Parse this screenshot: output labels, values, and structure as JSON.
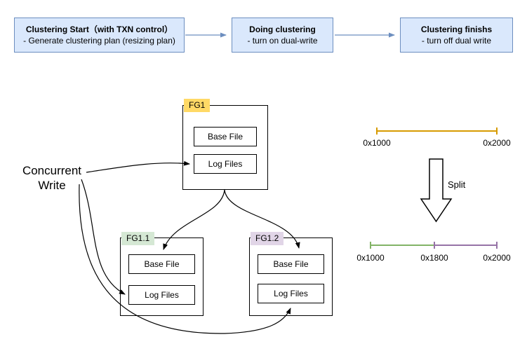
{
  "colors": {
    "flow_fill": "#dae8fc",
    "flow_border": "#6c8ebf",
    "flow_arrow": "#6c8ebf",
    "diagram_arrow": "#000000",
    "range_top": "#d79b00",
    "range_green": "#82b366",
    "range_purple": "#9673a6",
    "tag_fg1": "#ffd966",
    "tag_fg11": "#d5e8d4",
    "tag_fg12": "#e1d5e7"
  },
  "flow": {
    "steps": [
      {
        "title": "Clustering Start（with TXN control）",
        "subtitle": "- Generate clustering plan (resizing plan)"
      },
      {
        "title": "Doing clustering",
        "subtitle": "- turn on dual-write"
      },
      {
        "title": "Clustering finishs",
        "subtitle": "- turn off dual write"
      }
    ]
  },
  "concurrent_write": {
    "line1": "Concurrent",
    "line2": "Write"
  },
  "file_groups": [
    {
      "tag": "FG1",
      "files": [
        "Base File",
        "Log Files"
      ]
    },
    {
      "tag": "FG1.1",
      "files": [
        "Base File",
        "Log Files"
      ]
    },
    {
      "tag": "FG1.2",
      "files": [
        "Base File",
        "Log Files"
      ]
    }
  ],
  "split": {
    "label": "Split"
  },
  "ranges": {
    "top": {
      "start": "0x1000",
      "end": "0x2000"
    },
    "bottom": {
      "start": "0x1000",
      "mid": "0x1800",
      "end": "0x2000"
    }
  }
}
